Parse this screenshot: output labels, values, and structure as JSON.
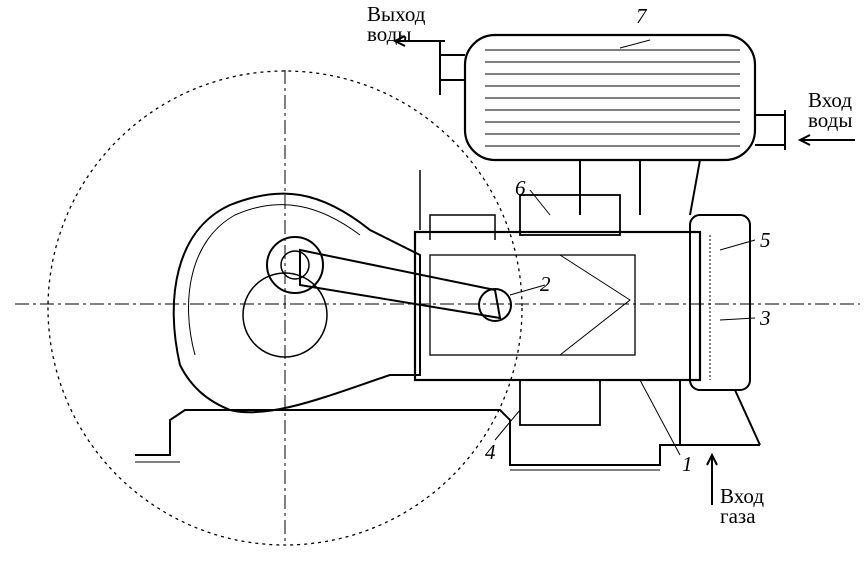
{
  "labels": {
    "water_out": [
      "Выход",
      "воды"
    ],
    "water_in": [
      "Вход",
      "воды"
    ],
    "gas_in": [
      "Вход",
      "газа"
    ]
  },
  "callouts": [
    "1",
    "2",
    "3",
    "4",
    "5",
    "6",
    "7"
  ]
}
